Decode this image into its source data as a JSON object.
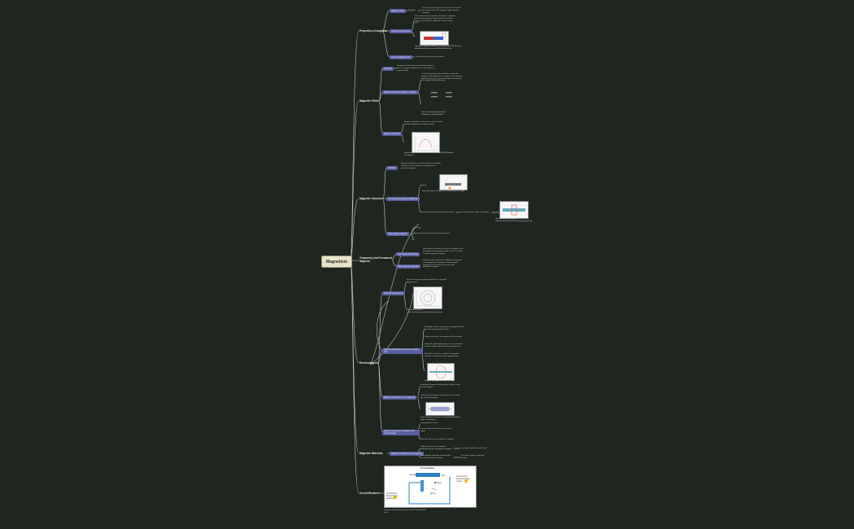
{
  "root": "Magnetism",
  "branches": [
    {
      "key": "props",
      "label": "Properties of magnets"
    },
    {
      "key": "fields",
      "label": "Magnetic Fields"
    },
    {
      "key": "induction",
      "label": "Magnetic Induction"
    },
    {
      "key": "temp",
      "label": "Temporary and Permanent Magnets"
    },
    {
      "key": "electro",
      "label": "Electromagnets"
    },
    {
      "key": "materials",
      "label": "Magnetic Materials"
    },
    {
      "key": "breaker",
      "label": "Circuit Breakers"
    }
  ],
  "props": {
    "poles": "Magnetic poles",
    "definition": "Definition",
    "def_text": "The poles of the magnets are the two ends of the bar magnet where the magnetic effects are the strongest.",
    "north_south": "North and South poles",
    "ns_text": "The end that swings round to the North is called the North-seeking pole (or N pole) while the end that swings to the South is called the South-seeking pole.",
    "ns_url": "https://ninfhop.github.io/cdn/file/ass_ass/photos/2017/10/20/03_stay-blahat/Modified/2.0a4e9ae0ed3e4b2a3e9f3d68ac3d1a",
    "law": "Law of magnetic poles",
    "law_text": "Like poles repel, unlike poles attract."
  },
  "fields": {
    "definition": "Definition",
    "def_text": "A magnetic field is the area around a magnet in which a magnetic material feels a force due to a magnetic field.",
    "field_lines": "Magnetic field lines between magnets",
    "fl_text": "It shows the pattern of the field lines around the magnets in the diagrams in a magnet. The magnetic field lines form in to a point showing the direction of the magnetic field in that point.",
    "shielding": "Magnetic shielding",
    "sh_text": "Magnetic materials, such as iron, can be used to provide shielding from magnetic fields.",
    "sh_url": "https://...wikiperdia.org/w/index.php?title=Magnetic_shielding&oldid=...",
    "sh_caption": "https://www.aw.magneticfields.com/arc/uploads/2019/03/Magnetic-shielding.gif"
  },
  "induction": {
    "definition": "Definition",
    "def_text": "Magnetic induction is a process by which magnetic materials can be made into a magnet with a permanent magnet.",
    "demag": "Demagnetising Magnetic Materials",
    "heating": "Heating",
    "heating_url": "https://www.physicsclassroom.com/Class/circuits/u9l3f_img.gif",
    "ac": "Electrical method using alternating current",
    "ac_note": "Demagnetising the Poles of a Magnet",
    "ac_url": "https://www.scienceabc.com/wp-content/uploads/2017/07/Demagnetising-a-magnet.jpg",
    "mag": "Magnetising a Magnet",
    "stroking": "Stroking",
    "electrical": "Electrical method using an alternating current"
  },
  "temp": {
    "soft": "Soft magnetic materials",
    "soft_text": "Soft magnetic materials are easy to magnetise and demagnetise. An example of this is iron. It is used to make temporary magnets.",
    "hard": "Hard magnetic materials",
    "hard_text": "Hard magnetic materials are difficult to magnetise and demagnetise. Example of hard magnetic materials is steel, which is used to make permanent magnets."
  },
  "electro": {
    "current": "Currents & magnetism",
    "current_text": "A current-carrying conductor generates a magnetic field around it.",
    "cur_url": "https://www.electronics-tutorials.ws/electromagnetism/electromagnetism.html",
    "straight": "Magnetic field patterns around a straight wire",
    "straight_items": [
      "A straight, current-carrying wire in magnetic field's circle-up (in concentric circles)",
      "Closer to the wire, the magnetic field is stronger",
      "Using the right-hand grip rule, we can predict the direction of the magnetic field around the wire.",
      "When the current in a conductor changed its direction, the direction of the magnetic field"
    ],
    "straight_cap": "Magnetic field right-hand rule/EPEO.jpg",
    "solenoid": "Magnetic field patterns in a solenoid",
    "solenoid_text": "A solenoid's magnetic field pattern is similar to that of a bar magnet.",
    "solenoid_text2": "Outside of the solenoid, the solenoid can be used like an electromagnet.",
    "solenoid_url": "https://www.physics.sfasu.edu/.../solenoid-field-magnetism-image-of-solenoid.png",
    "strength": "Ways to increase the strength of an electromagnet",
    "strength_items": [
      "Increasing the current",
      "Increasing the number of turns per unit length",
      "Placing a soft iron core within the solenoid"
    ]
  },
  "materials": {
    "types": "Magnetic materials vs non-magnetic",
    "mag_text": "Magnetic materials are magnetic materials that are attracted to a magnet.",
    "mag_eg": "e.g. nickel, cobalt, iron and steel",
    "non_text": "Non-magnetic materials are those that are not attracted to magnets.",
    "non_eg": "e.g. brass, copper, wood and plastics"
  },
  "breaker": {
    "title": "Circuit Breaker",
    "labels": {
      "contacts": "Contacts",
      "iron": "Iron",
      "pivot": "Pivot",
      "spring": "Spring",
      "from": "Current from household to loadevice",
      "to": "Current from electrical power supply"
    },
    "caption": "Notes: The electromagnet pulls the iron armature when the current exceeds a safe limit, separating the contacts and breaking the circuit."
  }
}
